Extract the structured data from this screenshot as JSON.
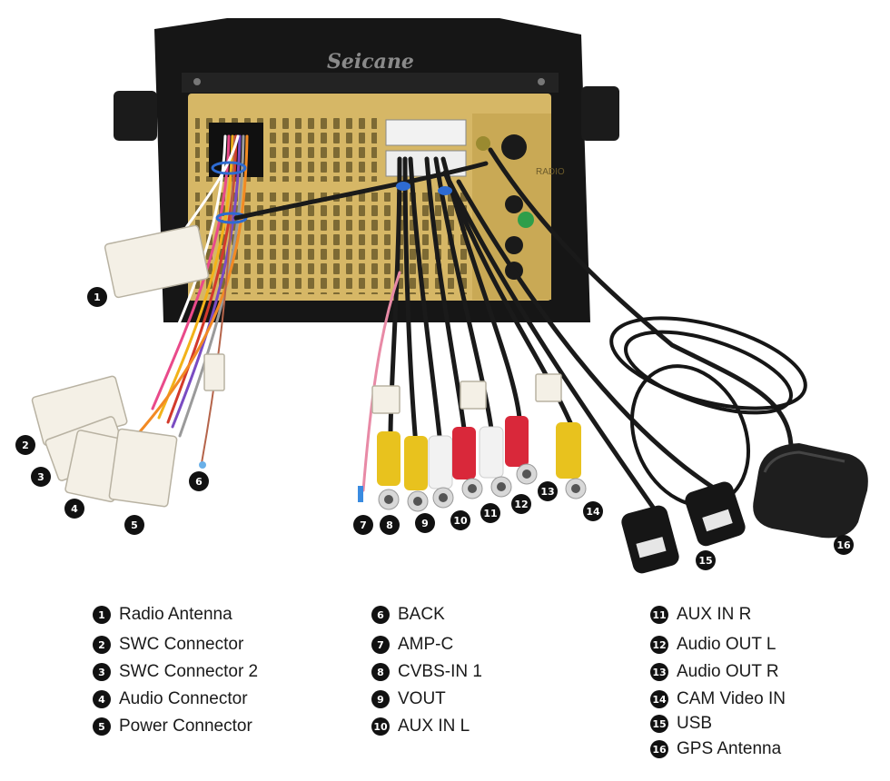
{
  "brand": "Seicane",
  "unit_panel_label": "RADIO",
  "legend": [
    {
      "number": "1",
      "label": "Radio Antenna"
    },
    {
      "number": "2",
      "label": "SWC Connector"
    },
    {
      "number": "3",
      "label": "SWC Connector 2"
    },
    {
      "number": "4",
      "label": "Audio Connector"
    },
    {
      "number": "5",
      "label": "Power Connector"
    },
    {
      "number": "6",
      "label": "BACK"
    },
    {
      "number": "7",
      "label": "AMP-C"
    },
    {
      "number": "8",
      "label": "CVBS-IN 1"
    },
    {
      "number": "9",
      "label": "VOUT"
    },
    {
      "number": "10",
      "label": "AUX IN L"
    },
    {
      "number": "11",
      "label": "AUX IN R"
    },
    {
      "number": "12",
      "label": "Audio OUT L"
    },
    {
      "number": "13",
      "label": "Audio OUT R"
    },
    {
      "number": "14",
      "label": "CAM Video IN"
    },
    {
      "number": "15",
      "label": "USB"
    },
    {
      "number": "16",
      "label": "GPS Antenna"
    }
  ],
  "colors": {
    "frame": "#161616",
    "chassis": "#d6b766",
    "rca_yellow": "#e8c21e",
    "rca_white": "#f2f2f2",
    "rca_red": "#d9283a",
    "connector": "#f4f0e6",
    "cable": "#1a1a1a"
  }
}
